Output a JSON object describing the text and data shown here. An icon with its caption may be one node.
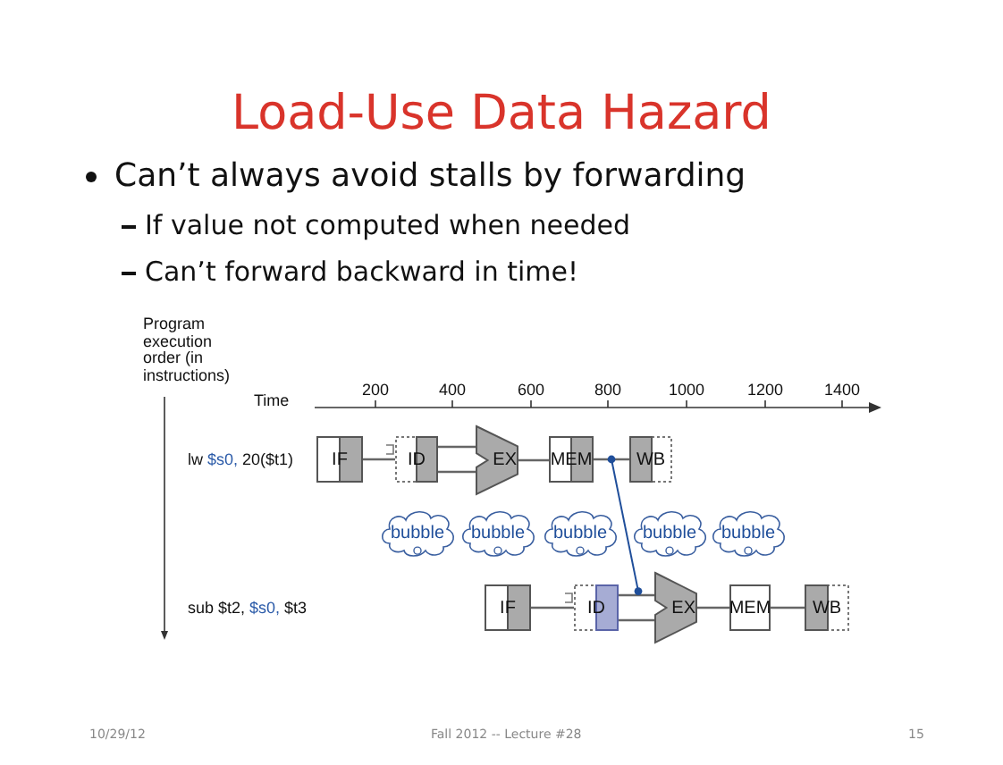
{
  "diagram": {
    "title": "Load-Use Data Hazard",
    "nodes": [
      {
        "text": [
          "IF"
        ]
      },
      {
        "text": [
          "ID"
        ]
      },
      {
        "text": [
          "EX"
        ]
      },
      {
        "text": [
          "MEM"
        ]
      },
      {
        "text": [
          "WB"
        ]
      },
      {
        "text": [
          "bubble"
        ]
      },
      {
        "text": [
          "bubble"
        ]
      },
      {
        "text": [
          "bubble"
        ]
      },
      {
        "text": [
          "bubble"
        ]
      },
      {
        "text": [
          "bubble"
        ]
      },
      {
        "text": [
          "IF"
        ]
      },
      {
        "text": [
          "ID"
        ]
      },
      {
        "text": [
          "EX"
        ]
      },
      {
        "text": [
          "MEM"
        ]
      },
      {
        "text": [
          "WB"
        ]
      }
    ],
    "edges": [
      {
        "from": 0,
        "to": 1,
        "arrow": "none"
      },
      {
        "from": 1,
        "to": 2,
        "arrow": "none"
      },
      {
        "from": 2,
        "to": 3,
        "arrow": "none"
      },
      {
        "from": 3,
        "to": 4,
        "arrow": "none"
      },
      {
        "from": 10,
        "to": 11,
        "arrow": "none"
      },
      {
        "from": 11,
        "to": 12,
        "arrow": "none"
      },
      {
        "from": 12,
        "to": 13,
        "arrow": "none"
      },
      {
        "from": 13,
        "to": 14,
        "arrow": "none"
      },
      {
        "from": 3,
        "to": 12,
        "arrow": "other",
        "color": "#1f4e9a"
      }
    ],
    "labels": [
      "Can’t always avoid stalls by forwarding",
      "If value not computed when needed",
      "Can’t forward backward in time!",
      "Program execution order (in instructions)",
      "Time",
      "200",
      "400",
      "600",
      "800",
      "1000",
      "1200",
      "1400",
      "lw $s0, 20($t1)",
      "sub $t2, $s0, $t3",
      "10/29/12",
      "Fall 2012 -- Lecture #28",
      "15"
    ]
  }
}
